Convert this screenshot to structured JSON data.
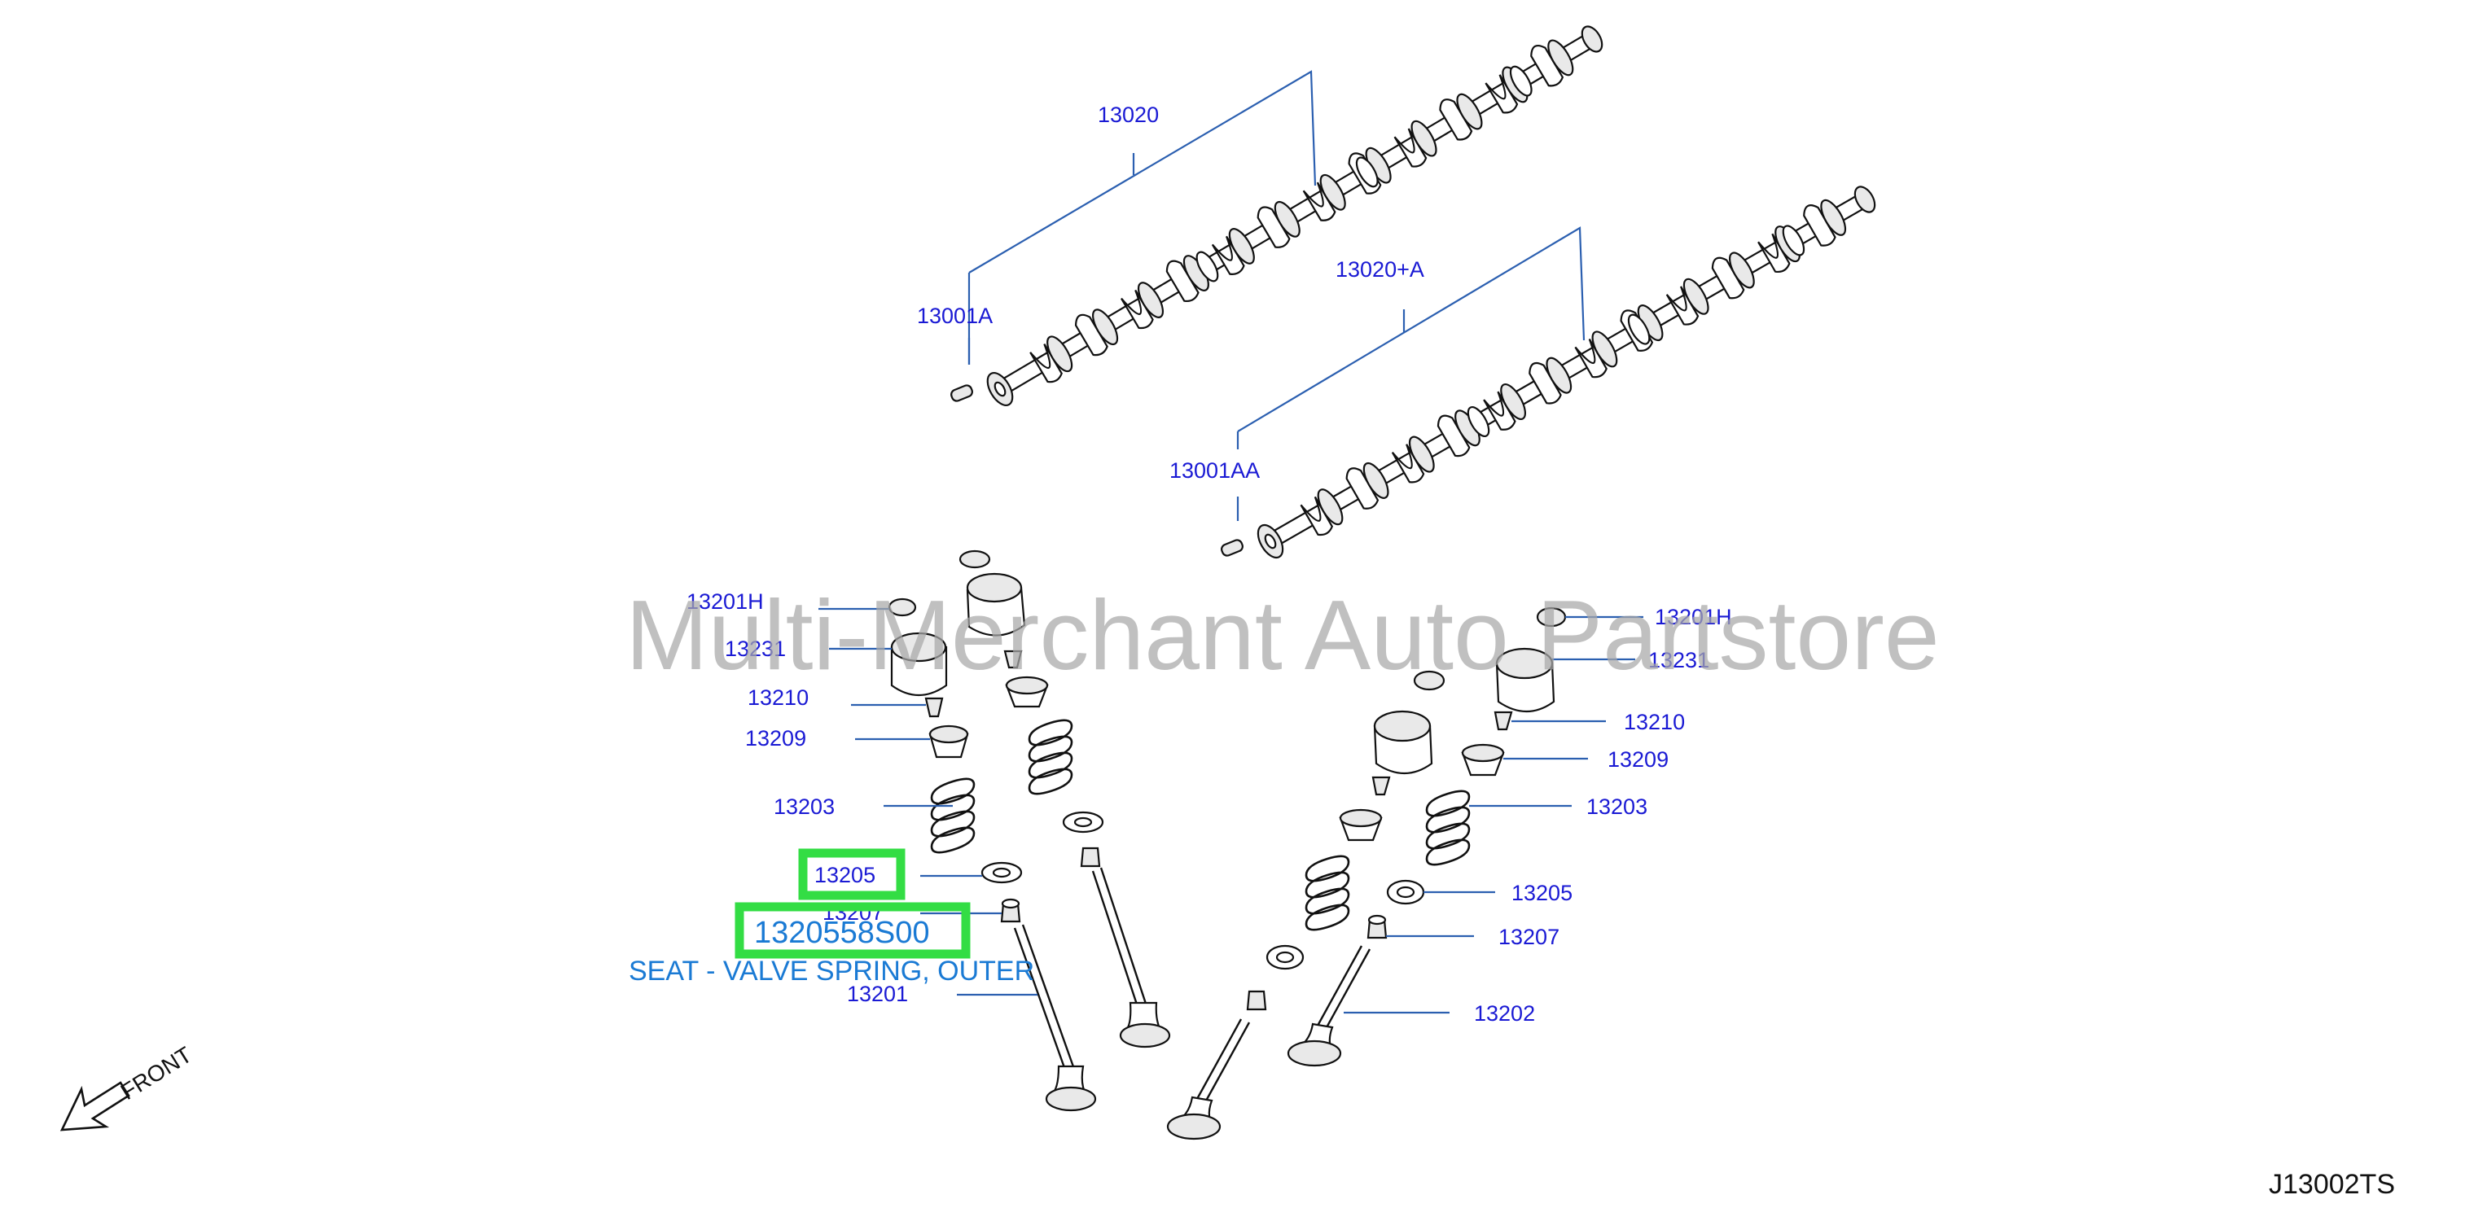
{
  "diagram_code": "J13002TS",
  "watermark": "Multi-Merchant Auto Partstore",
  "front_label": "FRONT",
  "highlight": {
    "part_number": "1320558S00",
    "description": "SEAT - VALVE SPRING, OUTER",
    "ref_number": "13205"
  },
  "labels": {
    "l13020": "13020",
    "l13001a": "13001A",
    "l13020a": "13020+A",
    "l13001aa": "13001AA",
    "l13201h_left": "13201H",
    "l13231_left": "13231",
    "l13210_left": "13210",
    "l13209_left": "13209",
    "l13203_left": "13203",
    "l13207_left": "13207",
    "l13201_left": "13201",
    "l13201h_right": "13201H",
    "l13231_right": "13231",
    "l13210_right": "13210",
    "l13209_right": "13209",
    "l13203_right": "13203",
    "l13205_right": "13205",
    "l13207_right": "13207",
    "l13202_right": "13202"
  }
}
